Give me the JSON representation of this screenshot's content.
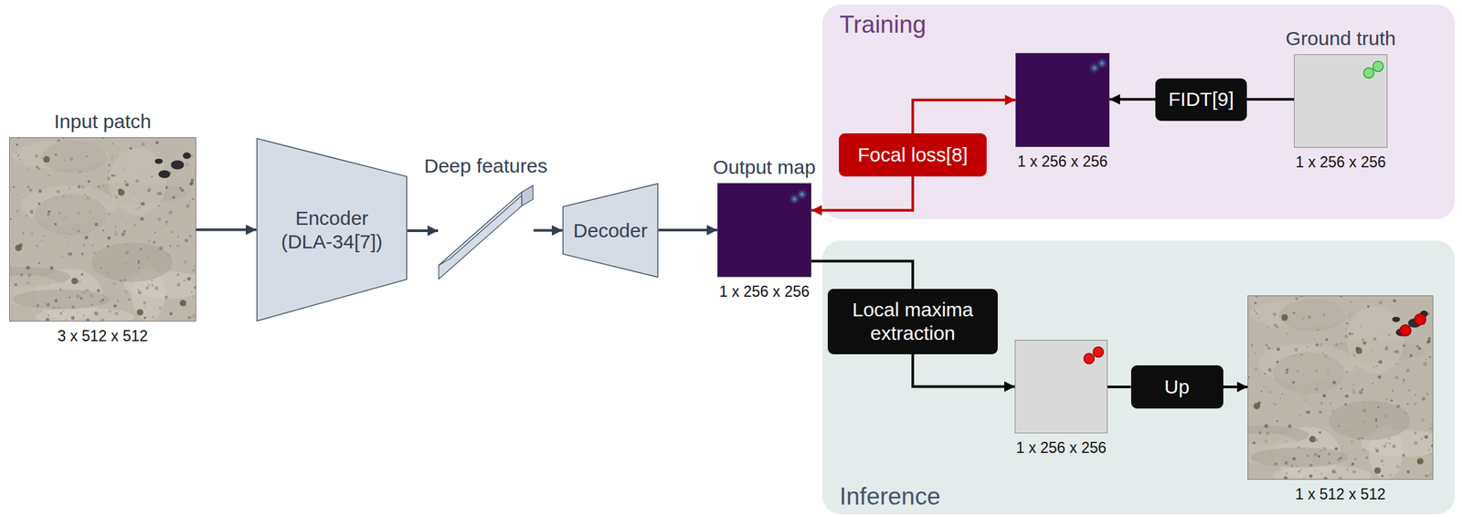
{
  "diagram": {
    "nodes": [
      {
        "text": [
          "Input patch",
          "3 x 512 x 512"
        ]
      },
      {
        "text": [
          "Encoder (DLA-34[7])"
        ]
      },
      {
        "text": [
          "Deep features"
        ]
      },
      {
        "text": [
          "Decoder"
        ]
      },
      {
        "text": [
          "Output map",
          "1 x 256 x 256"
        ]
      },
      {
        "text": [
          "Training"
        ]
      },
      {
        "text": [
          "Focal loss[8]"
        ],
        "in": 5
      },
      {
        "text": [
          "1 x 256 x 256"
        ],
        "in": 5
      },
      {
        "text": [
          "FIDT[9]"
        ],
        "in": 5
      },
      {
        "text": [
          "Ground truth",
          "1 x 256 x 256"
        ],
        "in": 5
      },
      {
        "text": [
          "Inference"
        ]
      },
      {
        "text": [
          "Local maxima extraction"
        ],
        "in": 10
      },
      {
        "text": [
          "1 x 256 x 256"
        ],
        "in": 10
      },
      {
        "text": [
          "Up"
        ],
        "in": 10
      },
      {
        "text": [
          "1 x 512 x 512"
        ],
        "in": 10
      }
    ],
    "edges": [
      {
        "from": 0,
        "to": 1,
        "arrow": "to"
      },
      {
        "from": 1,
        "to": 2,
        "arrow": "to"
      },
      {
        "from": 2,
        "to": 3,
        "arrow": "to"
      },
      {
        "from": 3,
        "to": 4,
        "arrow": "to"
      },
      {
        "from": 6,
        "to": 7,
        "arrow": "to"
      },
      {
        "from": 6,
        "to": 4,
        "arrow": "to"
      },
      {
        "from": 9,
        "to": 8,
        "arrow": "none"
      },
      {
        "from": 8,
        "to": 7,
        "arrow": "to"
      },
      {
        "from": 4,
        "to": 11,
        "arrow": "none"
      },
      {
        "from": 11,
        "to": 12,
        "arrow": "to"
      },
      {
        "from": 12,
        "to": 13,
        "arrow": "none"
      },
      {
        "from": 13,
        "to": 14,
        "arrow": "to"
      }
    ]
  }
}
